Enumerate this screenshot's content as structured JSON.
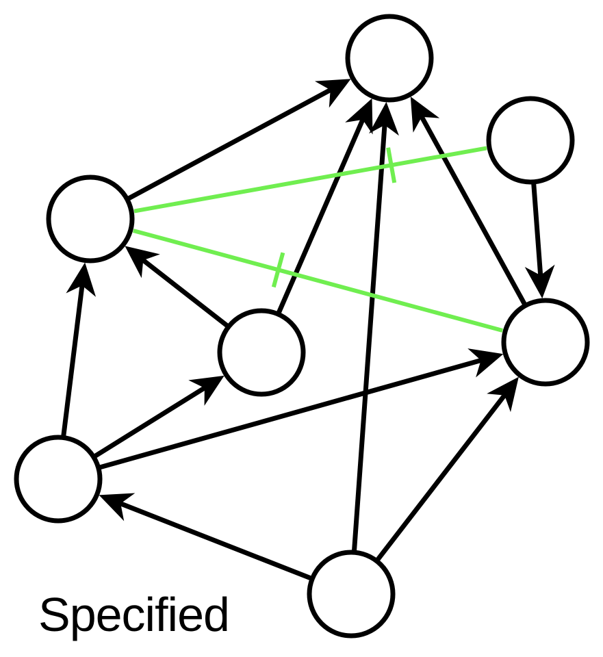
{
  "caption": "Specified",
  "colors": {
    "edge": "#000000",
    "special_edge": "#70ee50",
    "node_fill": "#ffffff",
    "node_stroke": "#000000"
  },
  "nodes": [
    {
      "id": "A"
    },
    {
      "id": "B"
    },
    {
      "id": "C"
    },
    {
      "id": "D"
    },
    {
      "id": "E"
    },
    {
      "id": "F"
    },
    {
      "id": "G"
    }
  ],
  "edges": [
    {
      "from": "C",
      "to": "A",
      "type": "arrow"
    },
    {
      "from": "D",
      "to": "A",
      "type": "arrow"
    },
    {
      "from": "G",
      "to": "A",
      "type": "arrow"
    },
    {
      "from": "E",
      "to": "A",
      "type": "arrow"
    },
    {
      "from": "B",
      "to": "E",
      "type": "arrow"
    },
    {
      "from": "D",
      "to": "C",
      "type": "arrow"
    },
    {
      "from": "F",
      "to": "C",
      "type": "arrow"
    },
    {
      "from": "F",
      "to": "D",
      "type": "arrow"
    },
    {
      "from": "F",
      "to": "E",
      "type": "arrow"
    },
    {
      "from": "G",
      "to": "F",
      "type": "arrow"
    },
    {
      "from": "G",
      "to": "E",
      "type": "arrow"
    },
    {
      "from": "B",
      "to": "C",
      "type": "tick"
    },
    {
      "from": "C",
      "to": "E",
      "type": "tick"
    }
  ]
}
